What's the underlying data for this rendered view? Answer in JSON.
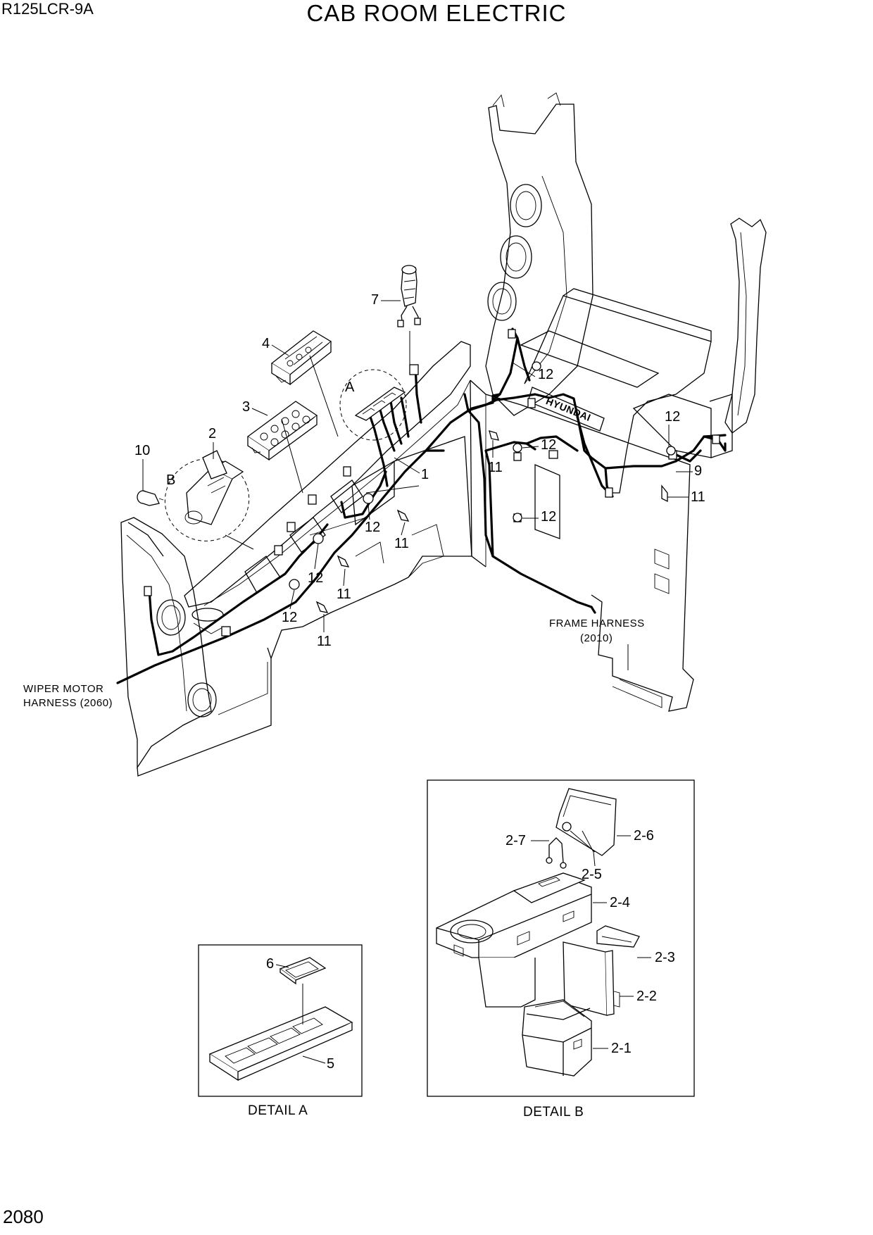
{
  "header": {
    "model": "R125LCR-9A",
    "title": "CAB ROOM ELECTRIC"
  },
  "footer": {
    "page_number": "2080"
  },
  "callouts": {
    "c1": "1",
    "c2": "2",
    "c3": "3",
    "c4": "4",
    "c7": "7",
    "c9": "9",
    "c10": "10",
    "c11a": "11",
    "c11b": "11",
    "c11c": "11",
    "c11d": "11",
    "c11e": "11",
    "c12a": "12",
    "c12b": "12",
    "c12c": "12",
    "c12d": "12",
    "c12e": "12",
    "c12f": "12",
    "c12g": "12",
    "cA": "A",
    "cB": "B"
  },
  "notes": {
    "frame_harness_line1": "FRAME HARNESS",
    "frame_harness_line2": "(2010)",
    "wiper_line1": "WIPER MOTOR",
    "wiper_line2": "HARNESS (2060)",
    "brand": "HYUNDAI"
  },
  "detail_a": {
    "caption": "DETAIL  A",
    "labels": {
      "c5": "5",
      "c6": "6"
    }
  },
  "detail_b": {
    "caption": "DETAIL B",
    "labels": {
      "c2_1": "2-1",
      "c2_2": "2-2",
      "c2_3": "2-3",
      "c2_4": "2-4",
      "c2_5": "2-5",
      "c2_6": "2-6",
      "c2_7": "2-7"
    }
  }
}
